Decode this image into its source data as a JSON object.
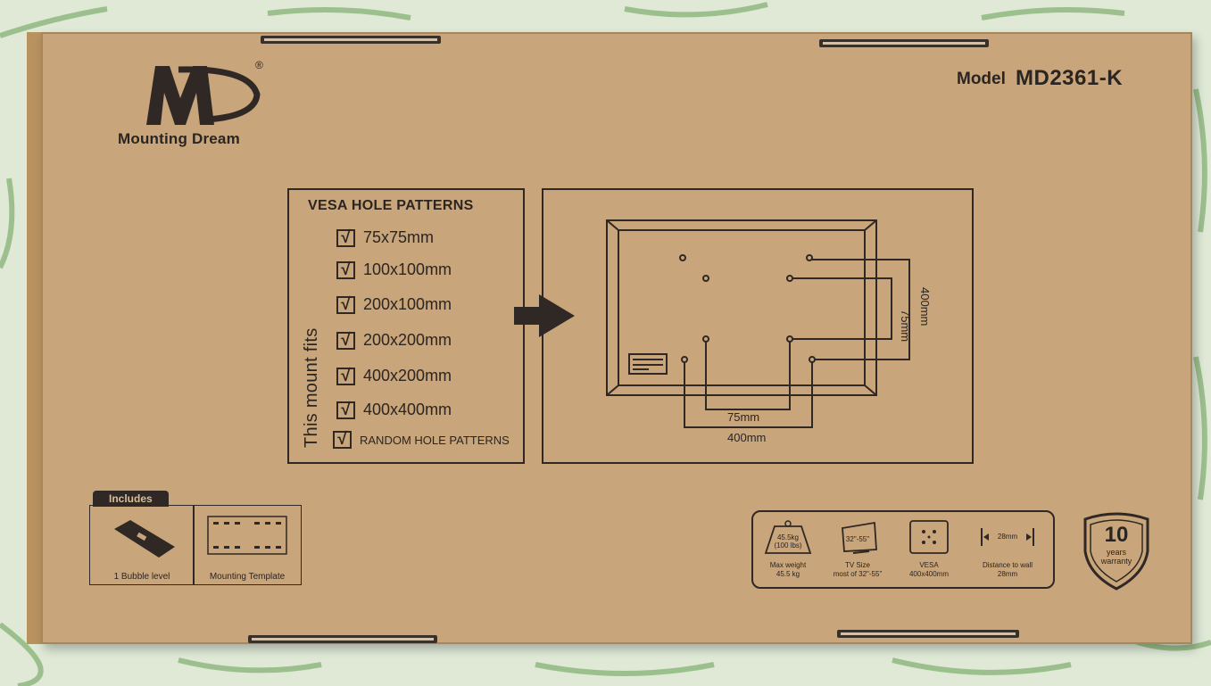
{
  "brand": {
    "name": "Mounting Dream",
    "registered": "®"
  },
  "model": {
    "label": "Model",
    "number": "MD2361-K"
  },
  "vesa": {
    "title": "VESA HOLE PATTERNS",
    "side_text": "This mount fits",
    "items": [
      "75x75mm",
      "100x100mm",
      "200x100mm",
      "200x200mm",
      "400x200mm",
      "400x400mm",
      "RANDOM HOLE PATTERNS"
    ],
    "check_glyph": "√"
  },
  "diagram": {
    "dim_75": "75mm",
    "dim_400": "400mm",
    "vdim_75": "75mm",
    "vdim_400": "400mm"
  },
  "includes": {
    "badge": "Includes",
    "item1": "1 Bubble level",
    "item2": "Mounting Template"
  },
  "specs": {
    "weight": {
      "icon_text_1": "45.5kg",
      "icon_text_2": "(100 lbs)",
      "label_1": "Max weight",
      "label_2": "45.5 kg"
    },
    "tv_size": {
      "icon_text": "32\"-55\"",
      "label_1": "TV Size",
      "label_2": "most of 32\"-55\""
    },
    "vesa": {
      "label_1": "VESA",
      "label_2": "400x400mm"
    },
    "distance": {
      "icon_text": "28mm",
      "label_1": "Distance to wall",
      "label_2": "28mm"
    }
  },
  "warranty": {
    "number": "10",
    "line1": "years",
    "line2": "warranty"
  },
  "colors": {
    "cardboard": "#c8a57a",
    "ink": "#2f2824",
    "background": "#dfe9d6"
  }
}
